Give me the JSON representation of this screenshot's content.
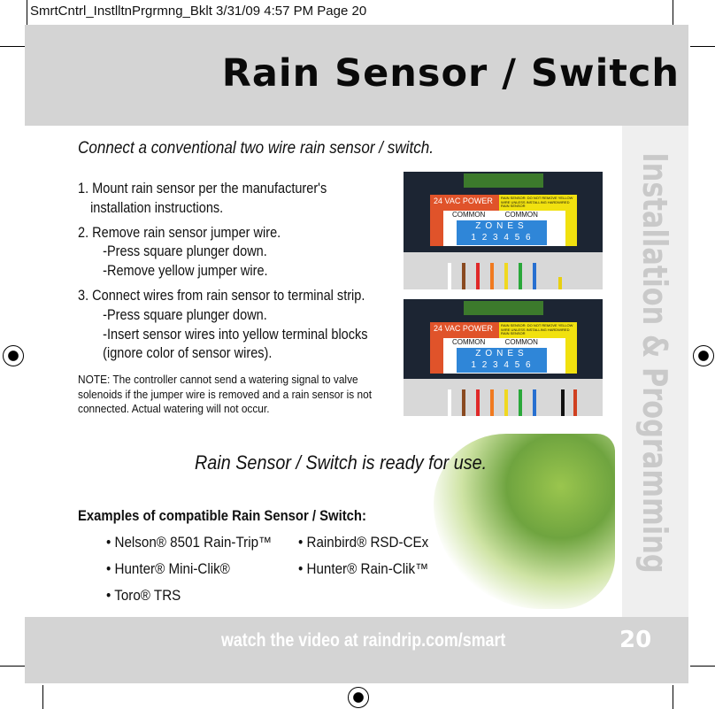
{
  "slug": "SmrtCntrl_InstlltnPrgrmng_Bklt  3/31/09  4:57 PM  Page 20",
  "title": "Rain Sensor / Switch",
  "side_label": "Installation & Programming",
  "intro": "Connect a conventional two wire rain sensor / switch.",
  "steps": [
    {
      "main": "1. Mount rain sensor per the manufacturer's",
      "cont": "installation instructions.",
      "subs": []
    },
    {
      "main": "2. Remove rain sensor jumper wire.",
      "subs": [
        "-Press square plunger down.",
        "-Remove yellow jumper wire."
      ]
    },
    {
      "main": "3. Connect wires from rain sensor to terminal strip.",
      "subs": [
        "-Press square plunger down.",
        "-Insert sensor wires into yellow terminal blocks",
        " (ignore color of sensor wires)."
      ]
    }
  ],
  "note": "NOTE: The controller cannot send a watering signal to valve solenoids if the jumper wire is removed and a rain sensor is not connected.  Actual watering will not occur.",
  "photo": {
    "power": "24 VAC POWER",
    "common": "COMMON",
    "zones": "ZONES",
    "rain_label": "RAIN SENSOR: DO NOT REMOVE YELLOW WIRE UNLESS INSTALLING HARDWIRED RAIN SENSOR",
    "numbers": "1 2 3 4 5 6"
  },
  "ready": "Rain Sensor / Switch is ready for use.",
  "examples_heading": "Examples of compatible Rain Sensor / Switch:",
  "examples": [
    "• Nelson® 8501 Rain-Trip™",
    "• Rainbird® RSD-CEx",
    "• Hunter® Mini-Clik®",
    "• Hunter® Rain-Clik™",
    "• Toro® TRS"
  ],
  "footer": {
    "url": "watch the video at raindrip.com/smart",
    "page": "20"
  }
}
